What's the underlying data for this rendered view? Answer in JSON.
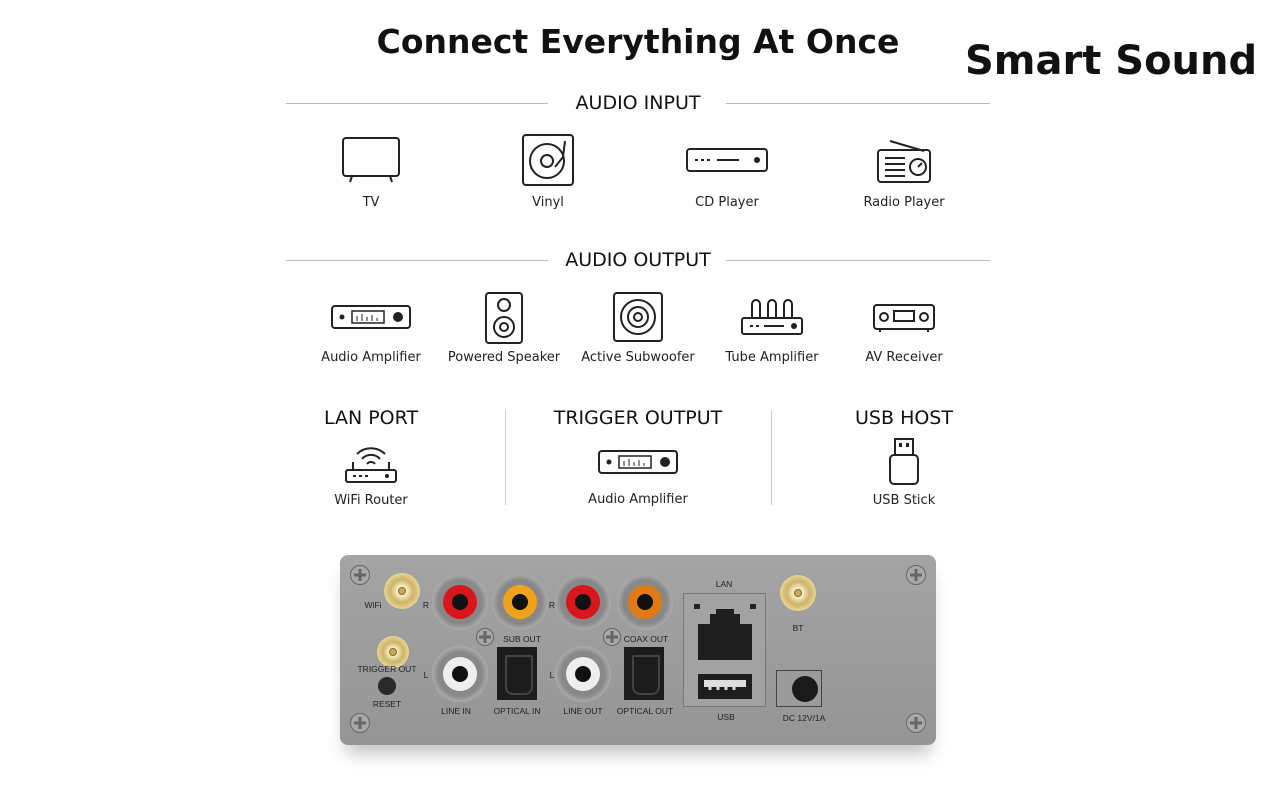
{
  "title": "Connect Everything At Once",
  "brand": "Smart Sound",
  "audio_input": {
    "heading": "AUDIO INPUT",
    "items": [
      {
        "label": "TV",
        "icon": "tv-icon"
      },
      {
        "label": "Vinyl",
        "icon": "vinyl-icon"
      },
      {
        "label": "CD Player",
        "icon": "cd-player-icon"
      },
      {
        "label": "Radio Player",
        "icon": "radio-icon"
      }
    ]
  },
  "audio_output": {
    "heading": "AUDIO OUTPUT",
    "items": [
      {
        "label": "Audio Amplifier",
        "icon": "amplifier-icon"
      },
      {
        "label": "Powered Speaker",
        "icon": "speaker-icon"
      },
      {
        "label": "Active Subwoofer",
        "icon": "subwoofer-icon"
      },
      {
        "label": "Tube Amplifier",
        "icon": "tube-amplifier-icon"
      },
      {
        "label": "AV Receiver",
        "icon": "av-receiver-icon"
      }
    ]
  },
  "ports": [
    {
      "heading": "LAN PORT",
      "label": "WiFi Router",
      "icon": "wifi-router-icon"
    },
    {
      "heading": "TRIGGER OUTPUT",
      "label": "Audio Amplifier",
      "icon": "amplifier-icon"
    },
    {
      "heading": "USB HOST",
      "label": "USB Stick",
      "icon": "usb-stick-icon"
    }
  ],
  "device": {
    "wifi": "WiFi",
    "r1": "R",
    "r2": "R",
    "l1": "L",
    "l2": "L",
    "sub_out": "SUB OUT",
    "coax_out": "COAX OUT",
    "trigger_out": "TRIGGER OUT",
    "reset": "RESET",
    "line_in": "LINE IN",
    "optical_in": "OPTICAL IN",
    "line_out": "LINE OUT",
    "optical_out": "OPTICAL OUT",
    "lan": "LAN",
    "usb": "USB",
    "bt": "BT",
    "dc": "DC 12V/1A"
  }
}
